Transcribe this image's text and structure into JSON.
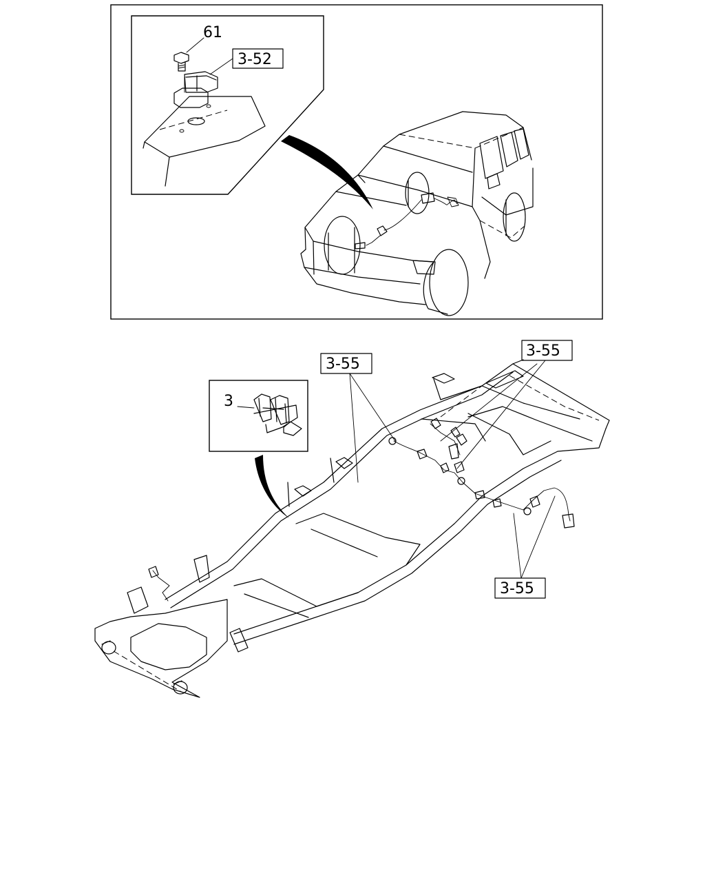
{
  "callouts": {
    "bolt_61": "61",
    "relay_ref": "3-52",
    "clip_3": "3",
    "pipe_clip_a": "3-55",
    "pipe_clip_b": "3-55",
    "pipe_clip_c": "3-55"
  },
  "colors": {
    "line": "#000000",
    "background": "#ffffff"
  }
}
